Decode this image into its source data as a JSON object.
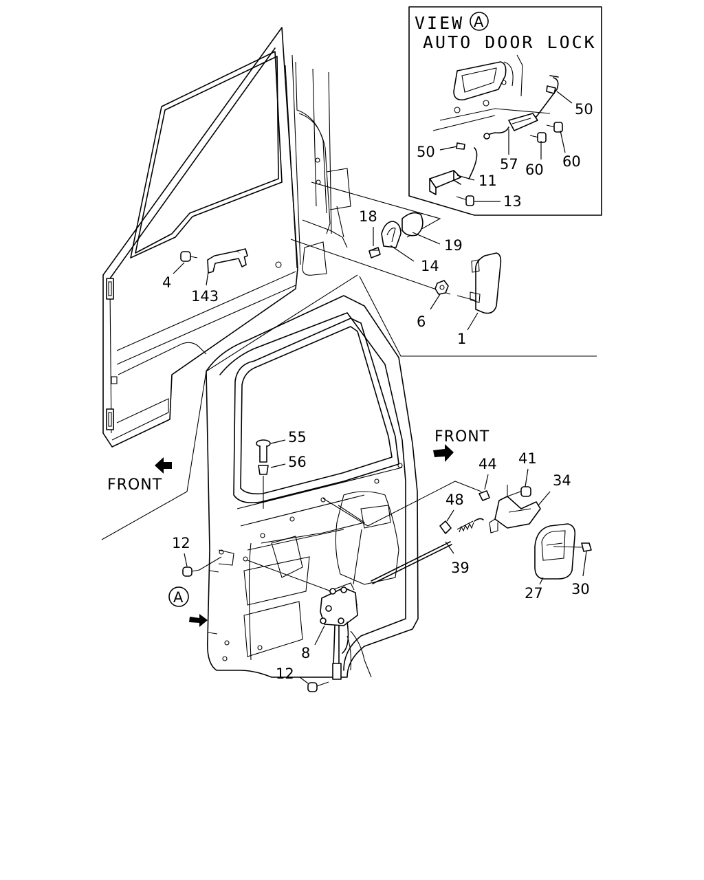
{
  "inset": {
    "view_label": "VIEW",
    "view_marker": "A",
    "title": "AUTO DOOR LOCK"
  },
  "front_labels": {
    "left": "FRONT",
    "right": "FRONT"
  },
  "view_marker_main": "A",
  "callouts": [
    {
      "id": "c50a",
      "text": "50"
    },
    {
      "id": "c50b",
      "text": "50"
    },
    {
      "id": "c57",
      "text": "57"
    },
    {
      "id": "c60a",
      "text": "60"
    },
    {
      "id": "c60b",
      "text": "60"
    },
    {
      "id": "c11",
      "text": "11"
    },
    {
      "id": "c13",
      "text": "13"
    },
    {
      "id": "c18",
      "text": "18"
    },
    {
      "id": "c19",
      "text": "19"
    },
    {
      "id": "c14",
      "text": "14"
    },
    {
      "id": "c4",
      "text": "4"
    },
    {
      "id": "c143",
      "text": "143"
    },
    {
      "id": "c6",
      "text": "6"
    },
    {
      "id": "c1",
      "text": "1"
    },
    {
      "id": "c55",
      "text": "55"
    },
    {
      "id": "c56",
      "text": "56"
    },
    {
      "id": "c44",
      "text": "44"
    },
    {
      "id": "c41",
      "text": "41"
    },
    {
      "id": "c34",
      "text": "34"
    },
    {
      "id": "c48",
      "text": "48"
    },
    {
      "id": "c12a",
      "text": "12"
    },
    {
      "id": "c39",
      "text": "39"
    },
    {
      "id": "c27",
      "text": "27"
    },
    {
      "id": "c30",
      "text": "30"
    },
    {
      "id": "c8",
      "text": "8"
    },
    {
      "id": "c12b",
      "text": "12"
    }
  ]
}
